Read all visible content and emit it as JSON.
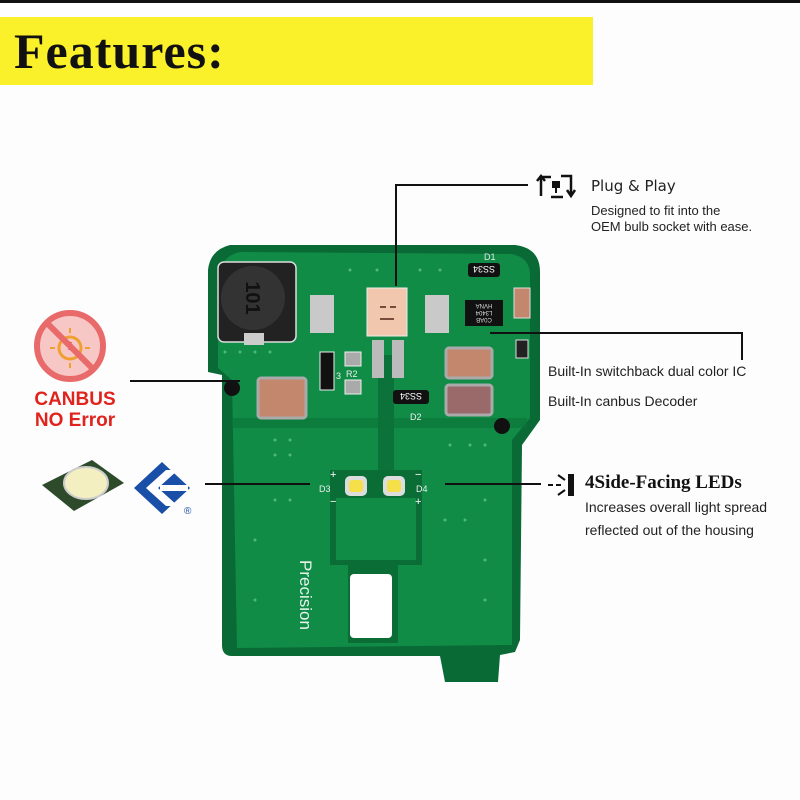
{
  "header": {
    "title": "Features:"
  },
  "features": {
    "plug_play": {
      "icon": "plug-cycle-icon",
      "title": "Plug & Play",
      "desc_line1": "Designed to fit into the",
      "desc_line2": "OEM bulb socket with ease."
    },
    "ic": {
      "line1": "Built-In switchback dual color IC",
      "line2": "Built-In canbus Decoder"
    },
    "canbus": {
      "icon": "no-warning-light-icon",
      "line1": "CANBUS",
      "line2": "NO Error"
    },
    "leds": {
      "icon": "side-led-icon",
      "title": "4Side-Facing LEDs",
      "desc_line1": "Increases overall light spread",
      "desc_line2": "reflected out of the housing"
    },
    "brand": {
      "registered": "®"
    }
  },
  "pcb": {
    "inductor": "101",
    "diode1": "D1",
    "diode1_code": "SS34",
    "diode2": "D2",
    "diode2_code": "SS34",
    "ic_code_1": "C0AB",
    "ic_code_2": "L3404",
    "ic_code_3": "HVNA",
    "r3": "3",
    "r2": "R2",
    "d3": "D3",
    "d4": "D4",
    "plus": "+",
    "minus": "−",
    "precision": "Precision"
  },
  "colors": {
    "banner": "#fbf12a",
    "pcb": "#0f8a45",
    "pcb_dark": "#0a6a35",
    "canbus_red": "#e0231c"
  }
}
